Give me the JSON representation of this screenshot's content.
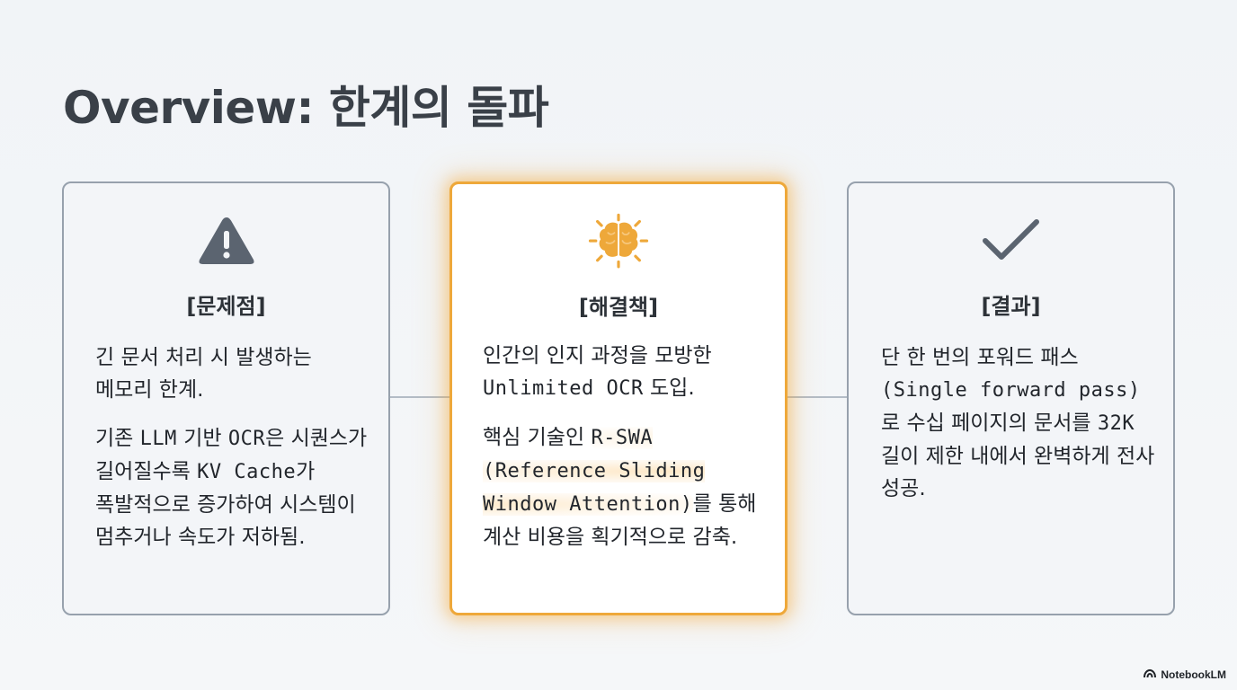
{
  "slide": {
    "title": "Overview: 한계의 돌파"
  },
  "cards": [
    {
      "icon": "warning-triangle-icon",
      "heading": "[문제점]",
      "p1": "긴 문서 처리 시 발생하는 메모리 한계.",
      "p2_pre": "기존 ",
      "p2_mono1": "LLM",
      "p2_mid1": " 기반 ",
      "p2_mono2": "OCR",
      "p2_mid2": "은 시퀀스가 길어질수록 ",
      "p2_mono3": "KV Cache",
      "p2_post": "가 폭발적으로 증가하여 시스템이 멈추거나 속도가 저하됨."
    },
    {
      "icon": "glowing-brain-icon",
      "heading": "[해결책]",
      "p1_pre": "인간의 인지 과정을 모방한 ",
      "p1_mono": "Unlimited OCR",
      "p1_post": " 도입.",
      "p2_pre": "핵심 기술인 ",
      "p2_mono": "R-SWA (Reference Sliding Window Attention)",
      "p2_post": "를 통해 계산 비용을 획기적으로 감축."
    },
    {
      "icon": "checkmark-icon",
      "heading": "[결과]",
      "p1_pre": "단 한 번의 포워드 패스",
      "p1_mono": "(Single forward pass)",
      "p1_mid": "로 수십 페이지의 문서를 ",
      "p1_mono2": "32K",
      "p1_post": " 길이 제한 내에서 완벽하게 전사 성공."
    }
  ],
  "footer": {
    "brand": "NotebookLM",
    "icon": "notebooklm-logo-icon"
  },
  "colors": {
    "accent": "#eea83a",
    "icon_gray": "#5b6470",
    "border_gray": "#97a1ad",
    "connector": "#b3bcc6"
  }
}
